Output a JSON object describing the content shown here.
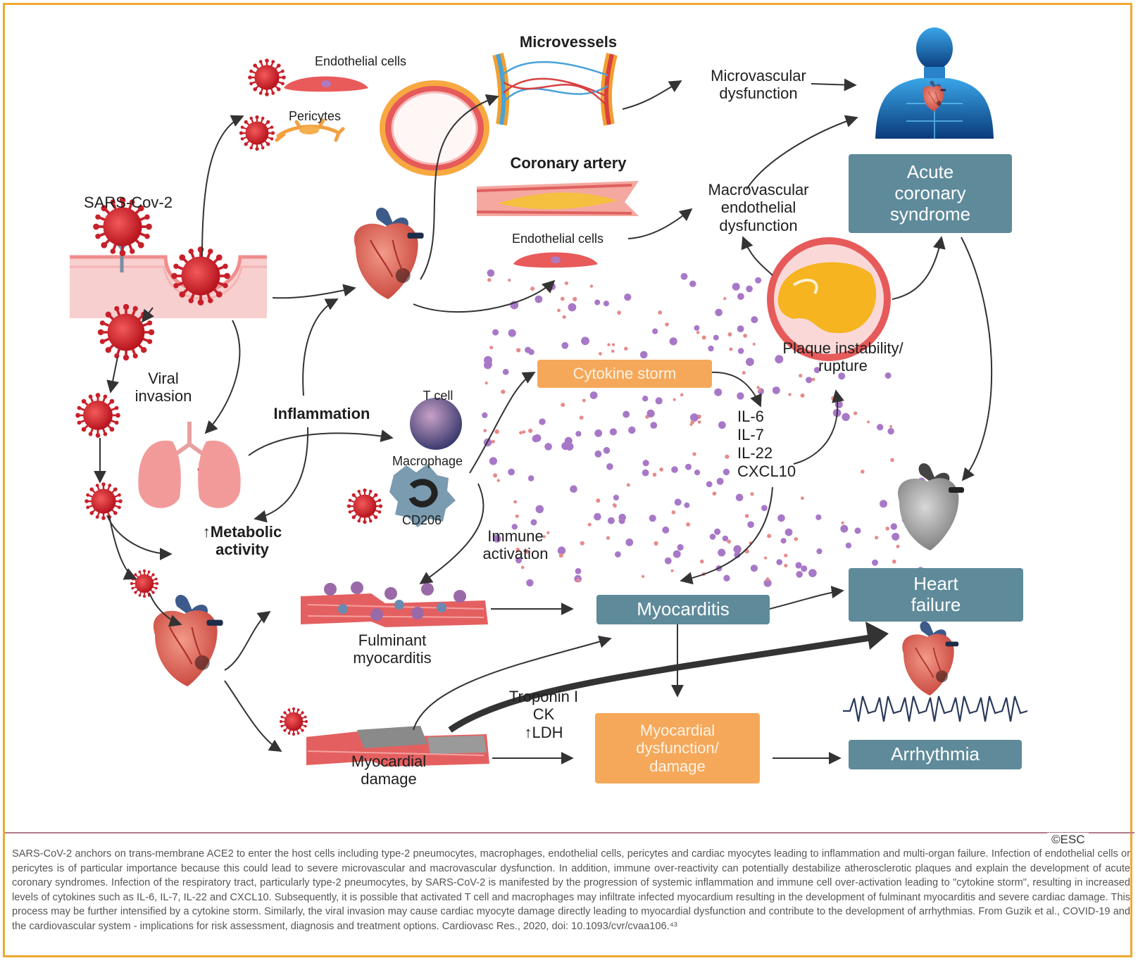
{
  "labels": {
    "microvessels": "Microvessels",
    "endothelial_cells_top": "Endothelial cells",
    "pericytes": "Pericytes",
    "microvascular_dysfunction": "Microvascular\ndysfunction",
    "coronary_artery": "Coronary artery",
    "endothelial_cells_mid": "Endothelial cells",
    "macrovascular_dysfunction": "Macrovascular\nendothelial\ndysfunction",
    "sars_cov_2": "SARS-Cov-2",
    "viral_invasion": "Viral\ninvasion",
    "inflammation": "Inflammation",
    "t_cell": "T cell",
    "macrophage": "Macrophage",
    "cd206": "CD206",
    "metabolic_activity": "↑Metabolic\nactivity",
    "immune_activation": "Immune\nactivation",
    "plaque_instability": "Plaque instability/\nrupture",
    "cytokines": "IL-6\nIL-7\nIL-22\nCXCL10",
    "fulminant_myocarditis": "Fulminant\nmyocarditis",
    "myocardial_damage": "Myocardial\ndamage",
    "markers": "Troponin I\nCK\n↑LDH"
  },
  "boxes": {
    "acute_coronary_syndrome": "Acute\ncoronary\nsyndrome",
    "cytokine_storm": "Cytokine storm",
    "myocarditis": "Myocarditis",
    "heart_failure": "Heart\nfailure",
    "myocardial_dysfunction": "Myocardial\ndysfunction/\ndamage",
    "arrhythmia": "Arrhythmia"
  },
  "copyright": "©ESC",
  "caption": "SARS-CoV-2 anchors on trans-membrane ACE2 to enter the host cells including type-2 pneumocytes, macrophages, endothelial cells, pericytes and cardiac myocytes leading to inflammation and multi-organ failure. Infection of endothelial cells or pericytes is of particular importance because this could lead to severe microvascular and macrovascular dysfunction. In addition, immune over-reactivity can potentially destabilize atherosclerotic plaques and explain the development of acute coronary syndromes. Infection of the respiratory tract, particularly type-2 pneumocytes, by SARS-CoV-2 is manifested by the progression of systemic inflammation and immune cell over-activation leading to \"cytokine storm\", resulting in increased levels of cytokines such as IL-6, IL-7, IL-22 and CXCL10. Subsequently, it is possible that activated T cell and macrophages may infiltrate infected myocardium resulting in the development of fulminant myocarditis and severe cardiac damage. This process may be further intensified by a cytokine storm. Similarly, the viral invasion may cause cardiac myocyte damage directly leading to myocardial dysfunction and contribute to the development of arrhythmias. From Guzik et al., COVID-19 and the cardiovascular system - implications for risk assessment, diagnosis and treatment options. Cardiovasc Res., 2020, doi: 10.1093/cvr/cvaa106.⁴³",
  "colors": {
    "border": "#f0a830",
    "blue_box": "#5e8a9a",
    "orange_box": "#f5a85a",
    "virus": "#d4202a",
    "cytokine_purple": "#a878c8",
    "cytokine_red": "#e88a8a"
  }
}
